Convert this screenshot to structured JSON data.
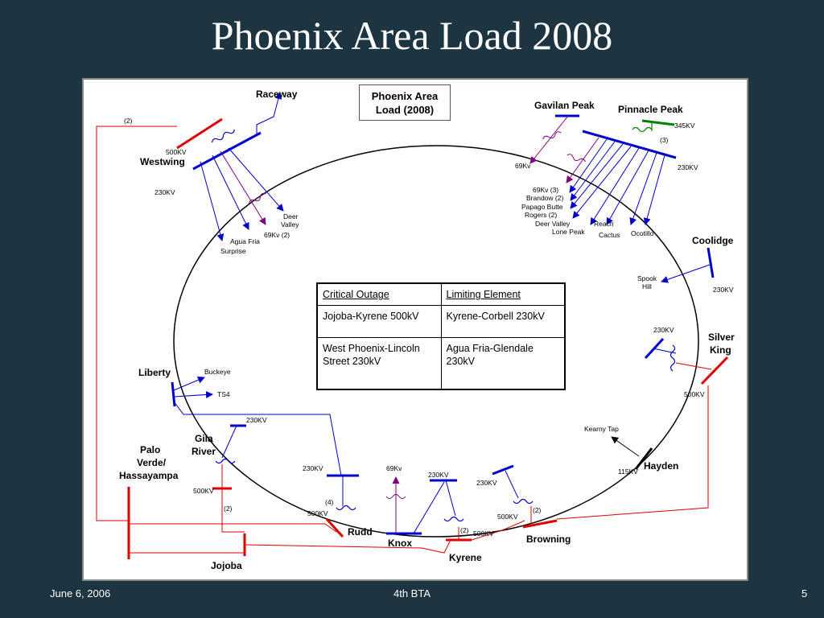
{
  "title": "Phoenix Area Load 2008",
  "footer": {
    "date": "June 6, 2006",
    "center": "4th BTA",
    "page": "5"
  },
  "diagram": {
    "heading_line1": "Phoenix Area",
    "heading_line2": "Load (2008)",
    "colors": {
      "blue": "#0000cc",
      "red": "#e00000",
      "purple": "#800080",
      "green": "#008000",
      "black": "#000000"
    },
    "stations": {
      "raceway": "Raceway",
      "gavilan_peak": "Gavilan Peak",
      "pinnacle_peak": "Pinnacle Peak",
      "westwing": "Westwing",
      "coolidge": "Coolidge",
      "silver_king_1": "Silver",
      "silver_king_2": "King",
      "liberty": "Liberty",
      "gila_river_1": "Gila",
      "gila_river_2": "River",
      "palo_verde_1": "Palo",
      "palo_verde_2": "Verde/",
      "palo_verde_3": "Hassayampa",
      "hayden": "Hayden",
      "rudd": "Rudd",
      "knox": "Knox",
      "kyrene": "Kyrene",
      "browning": "Browning",
      "jojoba": "Jojoba"
    },
    "labels": {
      "westwing_2": "(2)",
      "westwing_500kv": "500KV",
      "westwing_230kv": "230KV",
      "deer_valley_1": "Deer",
      "deer_valley_2": "Valley",
      "westwing_69kv": "69Kv (2)",
      "agua_fria": "Agua Fria",
      "surprise": "Surprise",
      "pp_345kv": "345KV",
      "pp_3": "(3)",
      "pp_230kv": "230KV",
      "gavilan_69kv": "69Kv",
      "pp_69kv3": "69Kv (3)",
      "brandow": "Brandow (2)",
      "papago_butte": "Papago Butte",
      "rogers": "Rogers (2)",
      "deer_valley_e": "Deer Valley",
      "lone_peak": "Lone Peak",
      "reach": "Reach",
      "cactus": "Cactus",
      "ocotillo": "Ocotillo",
      "spook_1": "Spook",
      "spook_2": "Hill",
      "coolidge_230kv": "230KV",
      "silver_230kv": "230KV",
      "silver_500kv": "500KV",
      "buckeye": "Buckeye",
      "ts4": "TS4",
      "gila_230kv": "230KV",
      "pv_500kv": "500KV",
      "pv_2": "(2)",
      "rudd_230kv": "230KV",
      "rudd_4": "(4)",
      "rudd_500kv": "500KV",
      "knox_69kv": "69Kv",
      "kyrene_230kv": "230KV",
      "kyrene_2": "(2)",
      "kyrene_500kv": "500KV",
      "browning_230kv": "230KV",
      "browning_2": "(2)",
      "browning_500kv": "500KV",
      "kearny_tap": "Kearny Tap",
      "hayden_115kv": "115KV"
    },
    "table": {
      "header_outage": "Critical Outage",
      "header_limiting": "Limiting Element",
      "rows": [
        {
          "outage": "Jojoba-Kyrene 500kV",
          "limiting": "Kyrene-Corbell 230kV"
        },
        {
          "outage": "West Phoenix-Lincoln Street 230kV",
          "limiting": "Agua Fria-Glendale 230kV"
        }
      ]
    }
  }
}
